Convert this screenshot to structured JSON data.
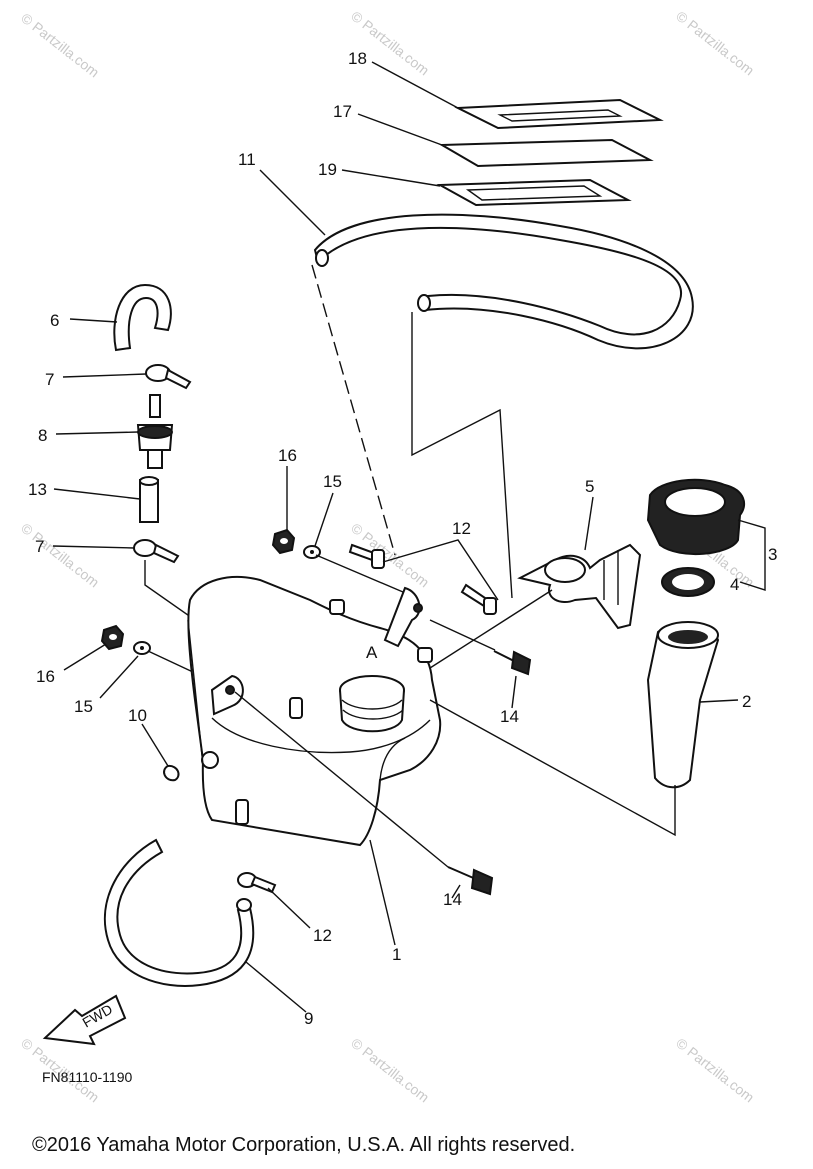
{
  "labels": {
    "p1": "1",
    "p2": "2",
    "p3": "3",
    "p4": "4",
    "p5": "5",
    "p6": "6",
    "p7a": "7",
    "p7b": "7",
    "p8": "8",
    "p9": "9",
    "p10": "10",
    "p11": "11",
    "p12a": "12",
    "p12b": "12",
    "p13": "13",
    "p14a": "14",
    "p14b": "14",
    "p15a": "15",
    "p15b": "15",
    "p16a": "16",
    "p16b": "16",
    "p17": "17",
    "p18": "18",
    "p19": "19",
    "tankMark": "A",
    "fwd": "FWD"
  },
  "diagram_code": "FN81110-1190",
  "watermark": "© Partzilla.com",
  "copyright": "©2016  Yamaha Motor Corporation, U.S.A. All rights reserved."
}
